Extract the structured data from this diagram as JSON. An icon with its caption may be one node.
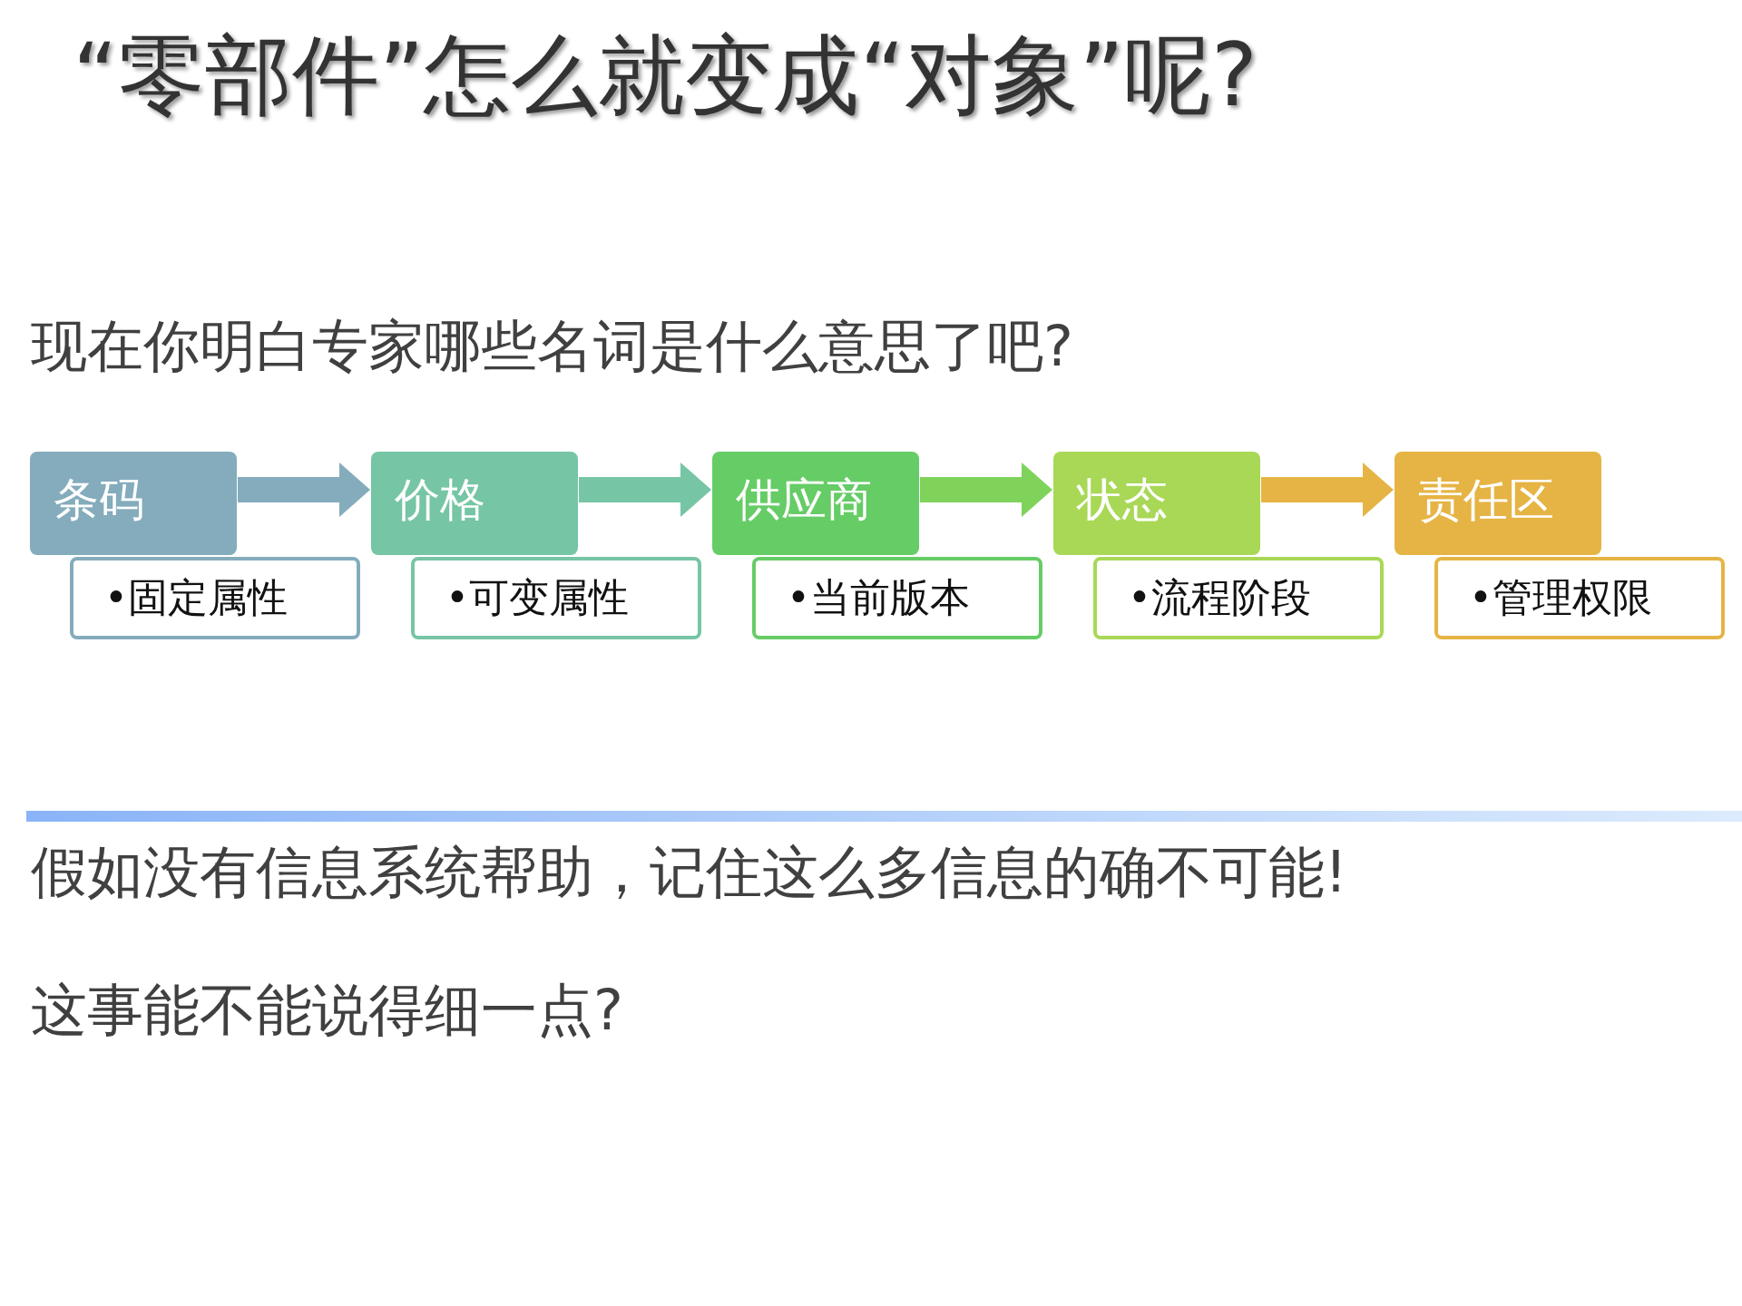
{
  "diagram": {
    "title": "“零部件”怎么就变成“对象”呢?",
    "nodes": [
      {
        "text": [
          "条码"
        ]
      },
      {
        "text": [
          "•固定属性"
        ]
      },
      {
        "text": [
          "价格"
        ]
      },
      {
        "text": [
          "•可变属性"
        ]
      },
      {
        "text": [
          "供应商"
        ]
      },
      {
        "text": [
          "•当前版本"
        ]
      },
      {
        "text": [
          "状态"
        ]
      },
      {
        "text": [
          "•流程阶段"
        ]
      },
      {
        "text": [
          "责任区"
        ]
      },
      {
        "text": [
          "•管理权限"
        ]
      }
    ],
    "edges": [
      {
        "from": 0,
        "to": 2,
        "arrow": "to",
        "color": "#84acbc"
      },
      {
        "from": 2,
        "to": 4,
        "arrow": "to",
        "color": "#76c5a4"
      },
      {
        "from": 4,
        "to": 6,
        "arrow": "to",
        "color": "#7fd35a"
      },
      {
        "from": 6,
        "to": 8,
        "arrow": "to",
        "color": "#e6b444"
      }
    ],
    "labels": [
      "现在你明白专家哪些名词是什么意思了吧?",
      "假如没有信息系统帮助，记住这么多信息的确不可能!",
      "这事能不能说得细一点?"
    ]
  }
}
